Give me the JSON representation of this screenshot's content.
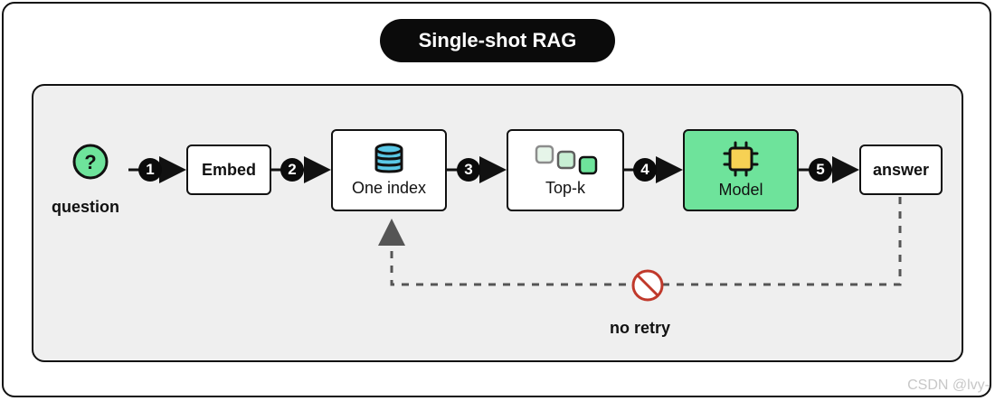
{
  "title": "Single-shot RAG",
  "question": {
    "label": "question",
    "icon": "question-circle-icon",
    "icon_glyph": "?"
  },
  "nodes": {
    "embed": {
      "label": "Embed"
    },
    "index": {
      "label": "One index",
      "icon": "database-icon"
    },
    "topk": {
      "label": "Top-k",
      "icon": "documents-icon"
    },
    "model": {
      "label": "Model",
      "icon": "chip-icon"
    },
    "answer": {
      "label": "answer"
    }
  },
  "steps": [
    "1",
    "2",
    "3",
    "4",
    "5"
  ],
  "feedback": {
    "label": "no retry",
    "icon": "prohibited-icon"
  },
  "watermark": "CSDN @lvy-",
  "colors": {
    "accent_green": "#6ee39b",
    "question_green": "#6ee39b",
    "db_blue": "#5ac8e6",
    "chip_yellow": "#f7d154",
    "prohibited_red": "#c0392b",
    "panel_bg": "#efefef"
  }
}
